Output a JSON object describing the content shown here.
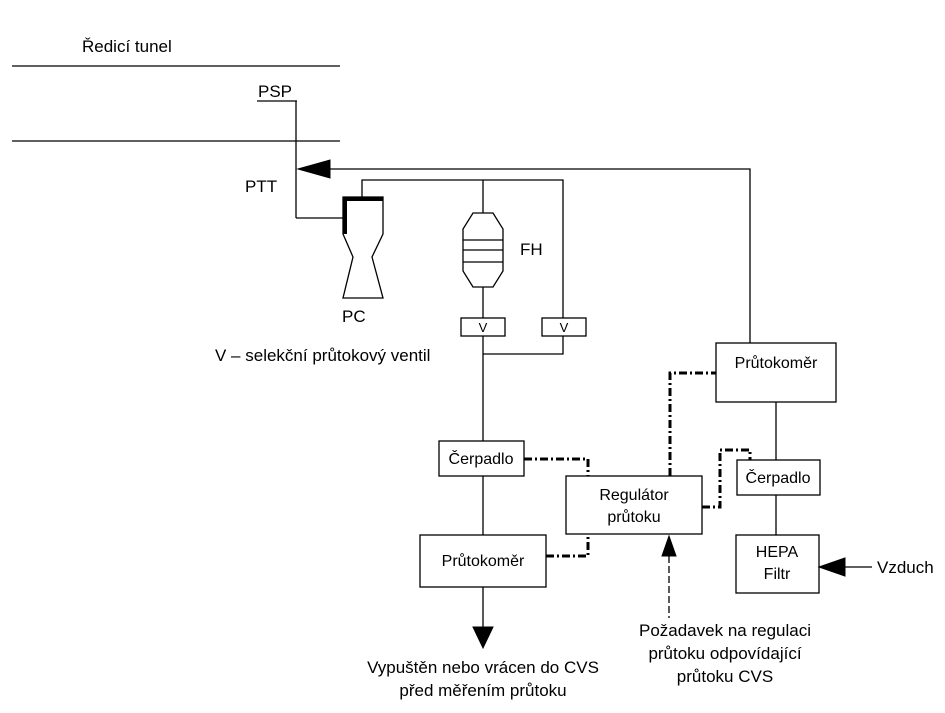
{
  "labels": {
    "tunnel": "Ředicí tunel",
    "psp": "PSP",
    "ptt": "PTT",
    "pc": "PC",
    "fh": "FH",
    "valve_caption": "V – selekční průtokový ventil",
    "air": "Vzduch"
  },
  "valves": [
    "V",
    "V"
  ],
  "boxes": {
    "pump_left": "Čerpadlo",
    "flowmeter_left": "Průtokoměr",
    "controller": [
      "Regulátor",
      "průtoku"
    ],
    "flowmeter_right": "Průtokoměr",
    "pump_right": "Čerpadlo",
    "hepa": [
      "HEPA",
      "Filtr"
    ]
  },
  "notes": {
    "exhaust": [
      "Vypuštěn nebo vrácen do CVS",
      "před měřením průtoku"
    ],
    "request": [
      "Požadavek na regulaci",
      "průtoku odpovídající",
      "průtoku CVS"
    ]
  }
}
